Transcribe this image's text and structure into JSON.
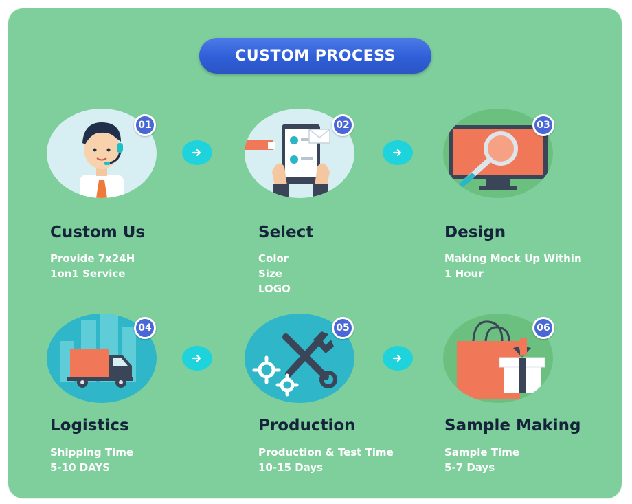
{
  "title": "CUSTOM PROCESS",
  "steps": [
    {
      "number": "01",
      "title": "Custom Us",
      "lines": [
        "Provide 7x24H",
        "1on1 Service"
      ],
      "icon": "customer-service-icon"
    },
    {
      "number": "02",
      "title": "Select",
      "lines": [
        "Color",
        "Size",
        "LOGO"
      ],
      "icon": "tablet-select-icon"
    },
    {
      "number": "03",
      "title": "Design",
      "lines": [
        "Making Mock Up Within",
        "1 Hour"
      ],
      "icon": "monitor-magnifier-icon"
    },
    {
      "number": "04",
      "title": "Logistics",
      "lines": [
        "Shipping Time",
        "5-10 DAYS"
      ],
      "icon": "delivery-truck-icon"
    },
    {
      "number": "05",
      "title": "Production",
      "lines": [
        "Production & Test Time",
        "10-15 Days"
      ],
      "icon": "tools-gears-icon"
    },
    {
      "number": "06",
      "title": "Sample Making",
      "lines": [
        "Sample Time",
        "5-7 Days"
      ],
      "icon": "gift-bag-icon"
    }
  ],
  "colors": {
    "background": "#7fcf9c",
    "title_pill": "#3b68dd",
    "badge": "#4a67d6",
    "arrow": "#1fd3dc",
    "heading_text": "#16243b",
    "body_text": "#ffffff"
  }
}
